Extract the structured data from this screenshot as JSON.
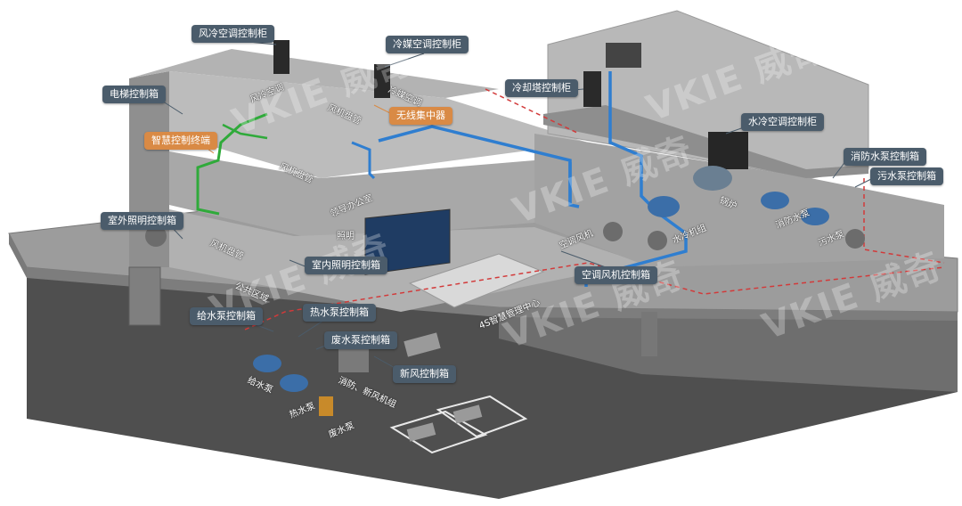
{
  "watermark": "VKIE 威奇",
  "callouts": [
    {
      "key": "fengleng",
      "text": "风冷空调控制柜",
      "style": "dark"
    },
    {
      "key": "lengmei",
      "text": "冷媒空调控制柜",
      "style": "dark"
    },
    {
      "key": "dianti",
      "text": "电梯控制箱",
      "style": "dark"
    },
    {
      "key": "wuxian",
      "text": "无线集中器",
      "style": "orange"
    },
    {
      "key": "zhihui",
      "text": "智慧控制终端",
      "style": "orange"
    },
    {
      "key": "lengqueta",
      "text": "冷却塔控制柜",
      "style": "dark"
    },
    {
      "key": "shuileng",
      "text": "水冷空调控制柜",
      "style": "dark"
    },
    {
      "key": "xiaofang",
      "text": "消防水泵控制箱",
      "style": "dark"
    },
    {
      "key": "wushui",
      "text": "污水泵控制箱",
      "style": "dark"
    },
    {
      "key": "shiwai",
      "text": "室外照明控制箱",
      "style": "dark"
    },
    {
      "key": "shinei",
      "text": "室内照明控制箱",
      "style": "dark"
    },
    {
      "key": "kongtiao",
      "text": "空调风机控制箱",
      "style": "dark"
    },
    {
      "key": "geishui",
      "text": "给水泵控制箱",
      "style": "dark"
    },
    {
      "key": "reshui",
      "text": "热水泵控制箱",
      "style": "dark"
    },
    {
      "key": "feishui",
      "text": "废水泵控制箱",
      "style": "dark"
    },
    {
      "key": "xinfeng",
      "text": "新风控制箱",
      "style": "dark"
    }
  ],
  "floor_labels": [
    {
      "key": "fengleng_kongtiao",
      "text": "风冷空调"
    },
    {
      "key": "lengmei_kongtiao",
      "text": "冷媒空调"
    },
    {
      "key": "fengji_pangguan_top",
      "text": "风机盘管"
    },
    {
      "key": "fengji_pangguan_mid",
      "text": "风机盘管"
    },
    {
      "key": "fengji_pangguan_low",
      "text": "风机盘管"
    },
    {
      "key": "lingdao",
      "text": "领导办公室"
    },
    {
      "key": "zhaoming",
      "text": "照明"
    },
    {
      "key": "gonggong",
      "text": "公共区域"
    },
    {
      "key": "kongtiao_fengji",
      "text": "空调风机"
    },
    {
      "key": "shuileng_jizu",
      "text": "水冷机组"
    },
    {
      "key": "guolu",
      "text": "锅炉"
    },
    {
      "key": "xiaofang_shuibeng",
      "text": "消防水泵"
    },
    {
      "key": "wushui_beng",
      "text": "污水泵"
    },
    {
      "key": "guanli",
      "text": "4S智慧管理中心"
    },
    {
      "key": "geishui_beng",
      "text": "给水泵"
    },
    {
      "key": "reshui_beng",
      "text": "热水泵"
    },
    {
      "key": "feishui_beng",
      "text": "废水泵"
    },
    {
      "key": "xinfeng_jizu",
      "text": "消防、新风机组"
    }
  ],
  "colors": {
    "slab": "#8d8d8d",
    "floor": "#a9a9a9",
    "wall": "#c4c4c4",
    "ground": "#5a5a5a",
    "blue_pipe": "#2f7ed0",
    "green_line": "#2faa3a",
    "red_dash": "#d23a3a",
    "callout_dark": "#4b5c6b",
    "callout_orange": "#d98a45"
  }
}
